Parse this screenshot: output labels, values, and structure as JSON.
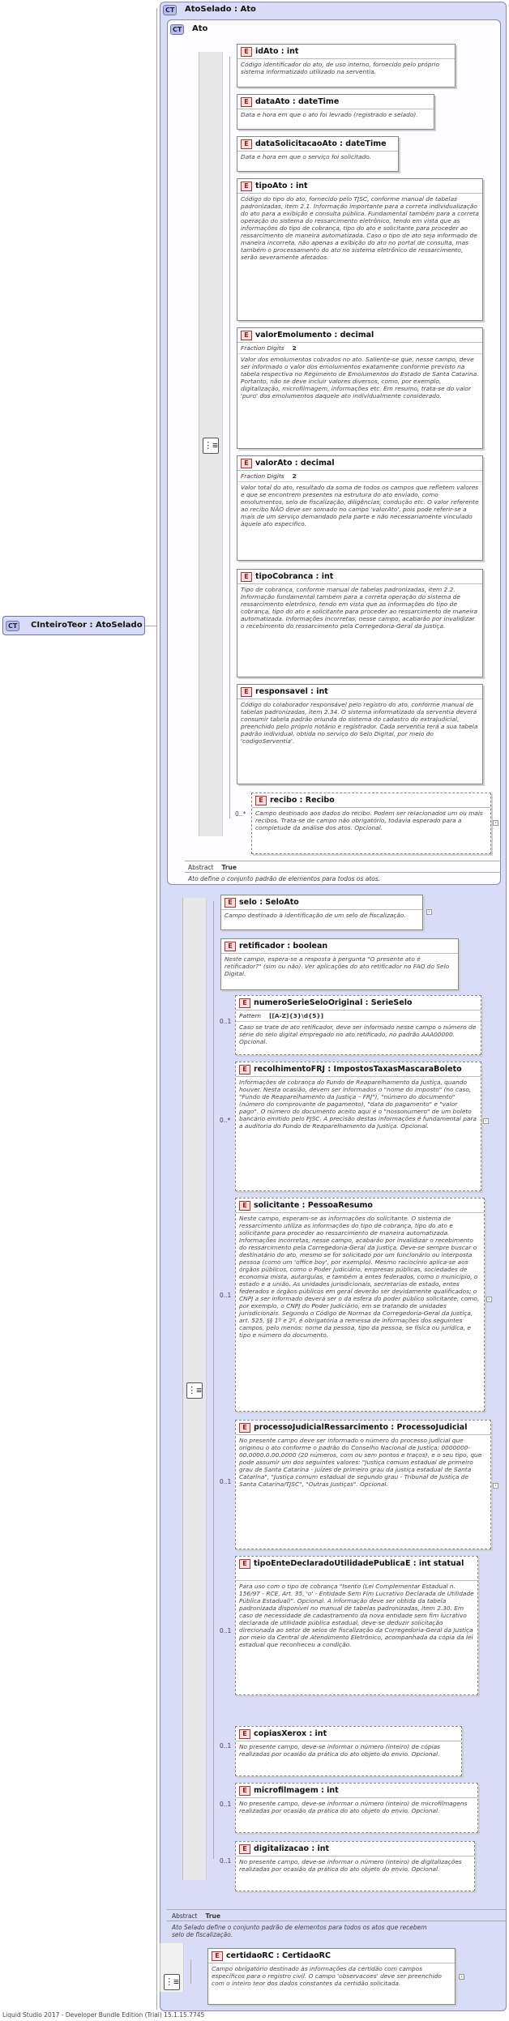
{
  "root": {
    "badge": "CT",
    "label": "CInteiroTeor : AtoSelado"
  },
  "ato_selado": {
    "badge": "CT",
    "title": "AtoSelado : Ato"
  },
  "ato": {
    "badge": "CT",
    "title": "Ato",
    "elements": [
      {
        "name": "idAto : int",
        "doc": "Código identificador do ato, de uso interno, fornecido pelo próprio sistema informatizado utilizado na serventia."
      },
      {
        "name": "dataAto : dateTime",
        "doc": "Data e hora em que o ato foi levrado (registrado e selado)."
      },
      {
        "name": "dataSolicitacaoAto : dateTime",
        "doc": "Data e hora em que o serviço foi solicitado."
      },
      {
        "name": "tipoAto : int",
        "doc": "Código do tipo do ato, fornecido pelo TJSC, conforme manual de tabelas padronizadas, item 2.1. Informação importante para a correta individualização do ato para a exibição e consulta pública. Fundamental também para a correta operação do sistema do ressarcimento eletrônico, tendo em vista que as informações do tipo de cobrança, tipo do ato e solicitante para proceder ao ressarcimento de maneira automatizada. Caso o tipo de ato seja informado de maneira incorreta, não apenas a exibição do ato no portal de consulta, mas também o processamento do ato no sistema eletrônico de ressarcimento, serão severamente afetados."
      },
      {
        "name": "valorEmolumento : decimal",
        "facet_label": "Fraction Digits",
        "facet_value": "2",
        "doc": "Valor dos emolumentos cobrados no ato. Saliente-se que, nesse campo, deve ser informado o valor dos emolumentos exatamente conforme previsto na tabela respectiva no Regimento de Emolumentos do Estado de Santa Catarina. Portanto, não se deve incluir valores diversos, como, por exemplo, digitalização, microfilmagem, informações etc. Em resumo, trata-se do valor 'puro' dos emolumentos daquele ato individualmente considerado."
      },
      {
        "name": "valorAto : decimal",
        "facet_label": "Fraction Digits",
        "facet_value": "2",
        "doc": "Valor total do ato, resultado da soma de todos os campos que refletem valores e que se encontrem presentes na estrutura do ato enviado, como emolumentos, selo de fiscalização, diligências, condução etc. O valor referente ao recibo NÃO deve ser somado no campo 'valorAto', pois pode referir-se a mais de um serviço demandado pela parte e não necessariamente vinculado àquele ato específico."
      },
      {
        "name": "tipoCobranca : int",
        "doc": "Tipo de cobrança, conforme manual de tabelas padronizadas, item 2.2. Informação fundamental também para a correta operação do sistema de ressarcimento eletrônico, tendo em vista que as informações do tipo de cobrança, tipo do ato e solicitante para proceder ao ressarcimento de maneira automatizada. Informações incorretas, nesse campo, acabarão por invalidizar o recebimento do ressarcimento pela Corregedoria-Geral da Justiça."
      },
      {
        "name": "responsavel : int",
        "doc": "Código do colaborador responsável pelo registro do ato, conforme manual de tabelas padronizadas, item 2.34. O sistema informatizado da serventia deverá consumir tabela padrão oriunda do sistema do cadastro do extrajudicial, preenchido pelo próprio notário e registrador. Cada serventia terá a sua tabela padrão individual, obtida no serviço do Selo Digital, por meio do 'codigoServentia'."
      },
      {
        "name": "recibo : Recibo",
        "mult": "0..*",
        "doc": "Campo destinado aos dados do recibo. Podem ser relacionados um ou mais recibos. Trata-se de campo não obrigatório, todavia esperado para a completude da análise dos atos. Opcional."
      }
    ],
    "abstract_label": "Abstract",
    "abstract_value": "True",
    "abstract_doc": "Ato define o conjunto padrão de elementos para todos os atos."
  },
  "selado_elements": [
    {
      "name": "selo : SeloAto",
      "doc": "Campo destinado à identificação de um selo de fiscalização."
    },
    {
      "name": "retificador : boolean",
      "doc": "Neste campo, espera-se a resposta à pergunta \"O presente ato é retificador?\" (sim ou não). Ver aplicações do ato retificador no FAQ do Selo Digital."
    },
    {
      "name": "numeroSerieSeloOriginal : SerieSelo",
      "mult": "0..1",
      "facet_label": "Pattern",
      "facet_value": "[[A-Z]{3}\\d{5}]",
      "doc": "Caso se trate de ato retificador, deve ser informado nesse campo o número de série do selo digital empregado no ato retificado, no padrão AAA00000. Opcional."
    },
    {
      "name": "recolhimentoFRJ : ImpostosTaxasMascaraBoleto",
      "mult": "0..*",
      "doc": "Informações de cobrança do Fundo de Reaparelhamento da Justiça, quando houver. Nesta ocasião, devem ser informados o \"nome do imposto\" (no caso, \"Fundo de Reaparelhamento da Justiça – FRJ\"), \"número do documento\" (número do comprovante de pagamento), \"data do pagamento\" e \"valor pago\". O número do documento aceito aqui é o \"nossonumero\" de um boleto bancário emitido pelo PJSC. A precisão destas informações é fundamental para a auditoria do Fundo de Reaparelhamento da Justiça. Opcional."
    },
    {
      "name": "solicitante : PessoaResumo",
      "mult": "0..1",
      "doc": "Neste campo, esperam-se as informações do solicitante. O sistema de ressarcimento utiliza as informações do tipo de cobrança, tipo do ato e solicitante para proceder ao ressarcimento de maneira automatizada. Informações incorretas, nesse campo, acabarão por invalidizar o recebimento do ressarcimento pela Corregedoria-Geral da Justiça. Deve-se sempre buscar o destinatário do ato, mesmo se for solicitado por um funcionário ou interposta pessoa (como um 'office boy', por exemplo). Mesmo raciocínio aplica-se aos órgãos públicos, como o Poder Judiciário, empresas públicas, sociedades de economia mista, autarquias, e também a entes federados, como o município, o estado e a união. As unidades jurisdicionais, secretarias de estado, entes federados e órgãos públicos em geral deverão ser devidamente qualificados; o CNPJ a ser informado deverá ser o da esfera do poder público solicitante, como, por exemplo, o CNPJ do Poder Judiciário, em se tratando de unidades jurisdicionais. Segundo o Código de Normas da Corregedoria-Geral da Justiça, art. 525, §§ 1º e 2º, é obrigatória a remessa de informações dos seguintes campos, pelo menos: nome da pessoa, tipo da pessoa, se física ou jurídica, e tipo e número do documento."
    },
    {
      "name": "processoJudicialRessarcimento : ProcessoJudicial",
      "mult": "0..1",
      "doc": "No presente campo deve ser informado o número do processo judicial que originou o ato conforme o padrão do Conselho Nacional de Justiça: 0000000-00.0000.0.00.0000 (20 números, com ou sem pontos e traços), e o seu tipo, que pode assumir um dos seguintes valores: \"Justiça comum estadual de primeiro grau de Santa Catarina - juízes de primeiro grau da justiça estadual de Santa Catarina\", \"Justiça comum estadual de segundo grau - Tribunal de Justiça de Santa Catarina/TJSC\", \"Outras Justiças\". Opcional."
    },
    {
      "name": "tipoEnteDeclaradoUtilidadePublicaE : int statual",
      "mult": "0..1",
      "two_line": true,
      "doc": "Para uso com o tipo de cobrança \"Isento (Lei Complementar Estadual n. 156/97 - RCE, Art. 35, 'o' - Entidade Sem Fim Lucrativo Declarada de Utilidade Pública Estadual)\". Opcional. A informação deve ser obtida da tabela padronizada disponível no manual de tabelas padronizadas, item 2.30. Em caso de necessidade de cadastramento da nova entidade sem fim lucrativo declarada de utilidade pública estadual, deve-se deduzir solicitação direcionada ao setor de selos de fiscalização da Corregedoria-Geral da Justiça por meio da Central de Atendimento Eletrônico, acompanhada da cópia da lei estadual que reconheceu a condição."
    },
    {
      "name": "copiasXerox : int",
      "mult": "0..1",
      "doc": "No presente campo, deve-se informar o número (inteiro) de cópias realizadas por ocasião da prática do ato objeto do envio. Opcional."
    },
    {
      "name": "microfilmagem : int",
      "mult": "0..1",
      "doc": "No presente campo, deve-se informar o número (inteiro) de microfilmagens realizadas por ocasião da prática do ato objeto do envio. Opcional."
    },
    {
      "name": "digitalizacao : int",
      "mult": "0..1",
      "doc": "No presente campo, deve-se informar o número (inteiro) de digitalizações realizadas por ocasião da prática do ato objeto do envio. Opcional."
    }
  ],
  "selado_abstract": {
    "label": "Abstract",
    "value": "True",
    "doc": "Ato Selado define o conjunto padrão de elementos para todos os atos que recebem selo de fiscalização."
  },
  "certidao": {
    "name": "certidaoRC : CertidaoRC",
    "doc": "Campo obrigatório destinado às informações da certidão com campos específicos para o registro civil. O campo 'observacoes' deve ser preenchido com o inteiro teor dos dados constantes da certidão solicitada."
  },
  "footer": "Liquid Studio 2017 - Developer Bundle Edition (Trial) 15.1.15.7745"
}
